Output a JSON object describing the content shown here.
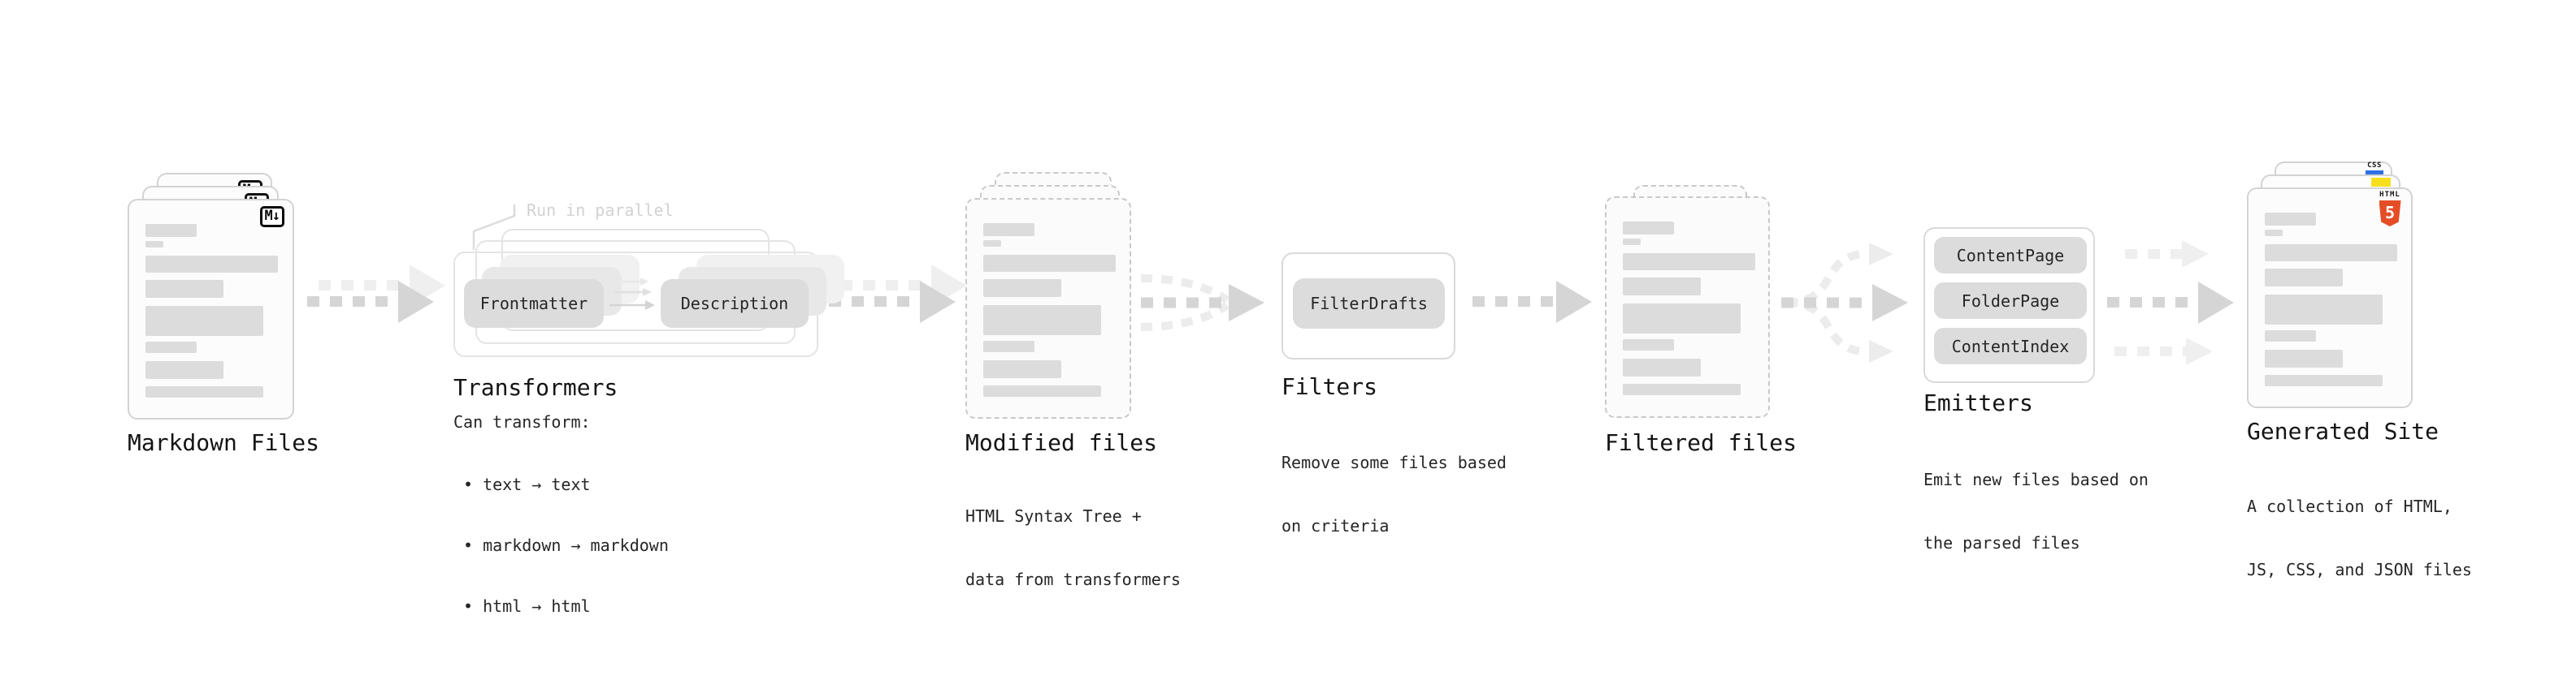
{
  "diagram": {
    "stage_markdown": {
      "label": "Markdown Files",
      "badge": "M↓"
    },
    "stage_transformers": {
      "label": "Transformers",
      "callout": "Run in parallel",
      "pill_frontmatter": "Frontmatter",
      "pill_description": "Description",
      "desc_heading": "Can transform:",
      "bullets": [
        "• text → text",
        "• markdown → markdown",
        "• html → html"
      ]
    },
    "stage_modified": {
      "label": "Modified files",
      "desc_lines": [
        "HTML Syntax Tree +",
        "data from transformers"
      ]
    },
    "stage_filters": {
      "label": "Filters",
      "pill": "FilterDrafts",
      "desc_lines": [
        "Remove some files based",
        "on criteria"
      ]
    },
    "stage_filtered": {
      "label": "Filtered files"
    },
    "stage_emitters": {
      "label": "Emitters",
      "pills": [
        "ContentPage",
        "FolderPage",
        "ContentIndex"
      ],
      "desc_lines": [
        "Emit new files based on",
        "the parsed files"
      ]
    },
    "stage_generated": {
      "label": "Generated Site",
      "desc_lines": [
        "A collection of HTML,",
        "JS, CSS, and JSON files"
      ],
      "css_badge_text": "CSS",
      "html_badge_word": "HTML",
      "html_badge_number": "5"
    },
    "colors": {
      "arrow_dark": "#d5d5d5",
      "arrow_light": "#efefef",
      "html5_orange": "#e44d26",
      "js_yellow": "#f7df1e",
      "css_blue": "#2f6fe5",
      "pill_gray": "#dcdcdc"
    }
  }
}
